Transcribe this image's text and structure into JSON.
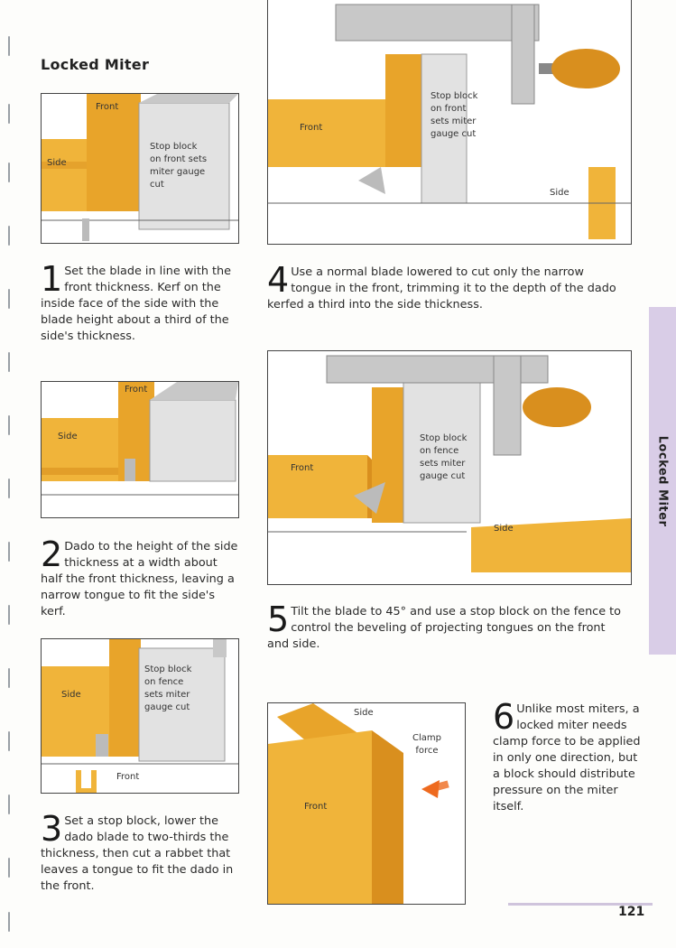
{
  "page": {
    "title": "Locked Miter",
    "side_tab": "Locked Miter",
    "page_number": "121"
  },
  "panels": {
    "p1": {
      "front": "Front",
      "side": "Side",
      "stop": "Stop block\non front sets\nmiter gauge\ncut"
    },
    "p2": {
      "front": "Front",
      "side": "Side"
    },
    "p3": {
      "side": "Side",
      "front": "Front",
      "stop": "Stop block\non fence\nsets miter\ngauge cut"
    },
    "p4": {
      "front": "Front",
      "side": "Side",
      "stop": "Stop block\non front\nsets miter\ngauge cut"
    },
    "p5": {
      "front": "Front",
      "side": "Side",
      "stop": "Stop block\non fence\nsets miter\ngauge cut"
    },
    "p6": {
      "side": "Side",
      "front": "Front",
      "clamp": "Clamp\nforce"
    }
  },
  "steps": [
    {
      "num": "1",
      "text": "Set the blade in line with the front thickness. Kerf on the inside face of the side with the blade height about a third of the side's thickness."
    },
    {
      "num": "2",
      "text": "Dado to the height of the side thickness at a width about half the front thickness, leaving a narrow tongue to fit the side's kerf."
    },
    {
      "num": "3",
      "text": "Set a stop block, lower the dado blade to two-thirds the thickness, then cut a rabbet that leaves a tongue to fit the dado in the front."
    },
    {
      "num": "4",
      "text": "Use a normal blade lowered to cut only the narrow tongue in the front, trimming it to the depth of the dado kerfed a third into the side thickness."
    },
    {
      "num": "5",
      "text": "Tilt the blade to 45° and use a stop block on the fence to control the beveling of projecting tongues on the front and side."
    },
    {
      "num": "6",
      "text": "Unlike most miters, a locked miter needs clamp force to be applied in only one direction, but a block should distribute pressure on the miter itself."
    }
  ],
  "colors": {
    "wood": "#f0b43a",
    "wood_dark": "#d98f1e",
    "metal": "#c8c8c8",
    "tab": "#d9cde7"
  }
}
